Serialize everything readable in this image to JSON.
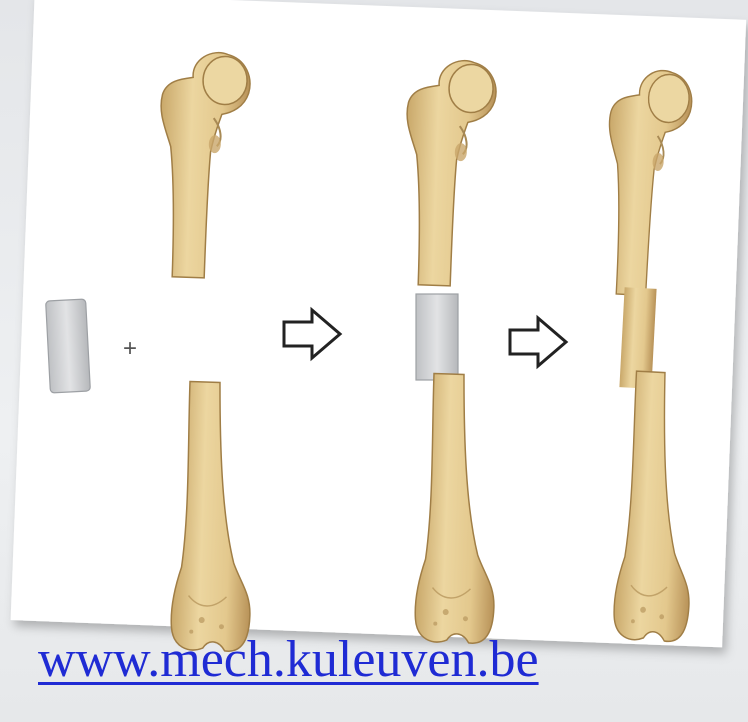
{
  "figure": {
    "stages": [
      "bone-with-gap",
      "bone-with-scaffold",
      "healed-bone"
    ],
    "colors": {
      "bone_fill": "#e6cf95",
      "bone_shadow": "#b9935a",
      "bone_outline": "#9a7a44",
      "scaffold": "#d3d4d6",
      "panel": "#ffffff",
      "background": "#e8eaec"
    }
  },
  "link": {
    "url_text": "www.mech.kuleuven.be",
    "color": "#1f2bd4"
  }
}
